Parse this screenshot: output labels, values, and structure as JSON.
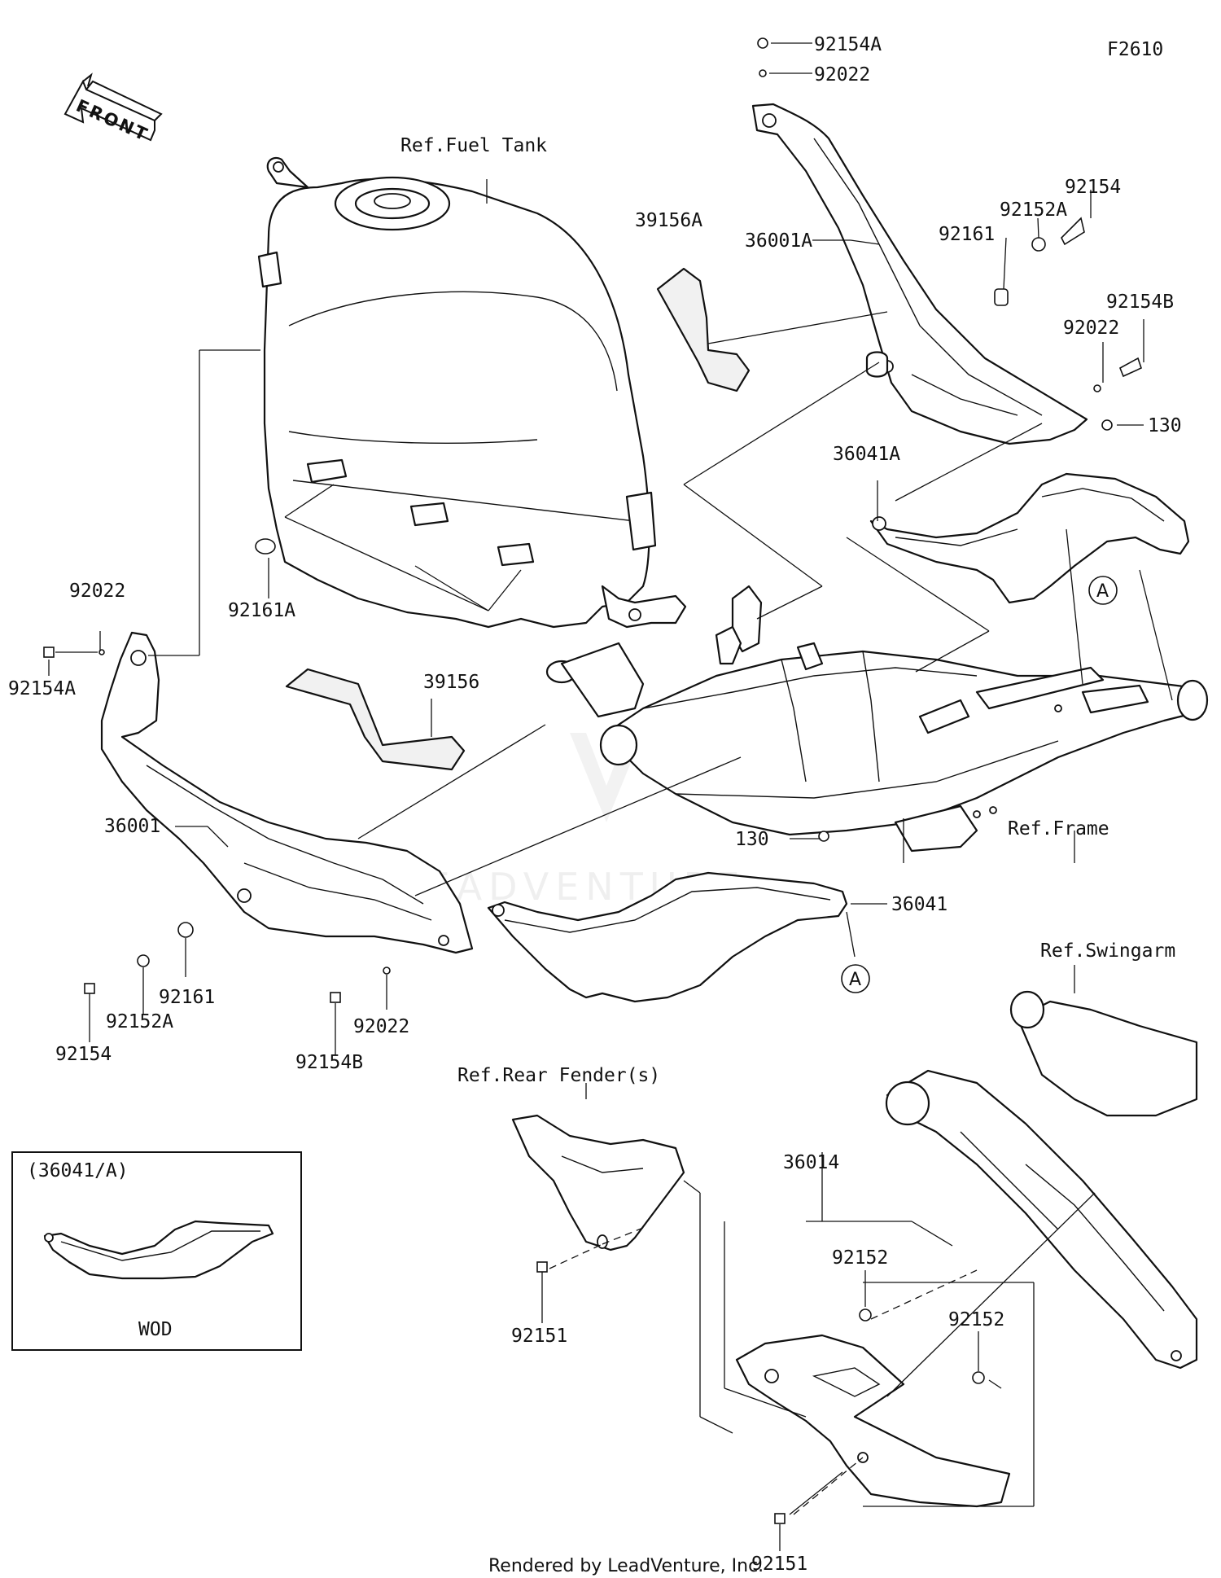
{
  "diagram_code": "F2610",
  "front_arrow": "FRONT",
  "refs": {
    "fuel_tank": "Ref.Fuel Tank",
    "frame": "Ref.Frame",
    "swingarm": "Ref.Swingarm",
    "rear_fender": "Ref.Rear Fender(s)"
  },
  "parts": {
    "p92154A_top": "92154A",
    "p92022_top": "92022",
    "p39156A": "39156A",
    "p36001A": "36001A",
    "p92154_r": "92154",
    "p92152A_r": "92152A",
    "p92161_r": "92161",
    "p92154B_r": "92154B",
    "p92022_r": "92022",
    "p130_r": "130",
    "p36041A": "36041A",
    "pA_upper": "A",
    "p92161A": "92161A",
    "p92022_l": "92022",
    "p92154A_l": "92154A",
    "p39156": "39156",
    "p36001": "36001",
    "p92161_l": "92161",
    "p92152A_l": "92152A",
    "p92154_l": "92154",
    "p92154B_l": "92154B",
    "p92022_b": "92022",
    "p130_m": "130",
    "p36041": "36041",
    "pA_lower": "A",
    "p36014": "36014",
    "p92152_a": "92152",
    "p92152_b": "92152",
    "p92151_a": "92151",
    "p92151_b": "92151"
  },
  "inset": {
    "title": "(36041/A)",
    "caption": "WOD"
  },
  "watermark": "LEADVENTURE",
  "footer": "Rendered by LeadVenture, Inc."
}
